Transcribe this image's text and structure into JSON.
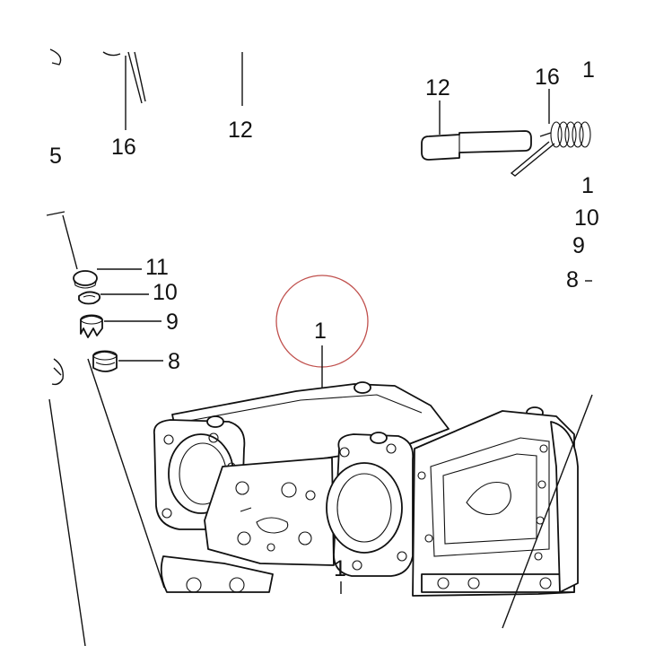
{
  "callouts": [
    {
      "id": "c16a",
      "text": "16"
    },
    {
      "id": "c12a",
      "text": "12"
    },
    {
      "id": "c12b",
      "text": "12"
    },
    {
      "id": "c16b",
      "text": "16"
    },
    {
      "id": "c1top",
      "text": "1"
    },
    {
      "id": "c1r1",
      "text": "1"
    },
    {
      "id": "c10r",
      "text": "10"
    },
    {
      "id": "c9r",
      "text": "9"
    },
    {
      "id": "c8r",
      "text": "8"
    },
    {
      "id": "c11",
      "text": "11"
    },
    {
      "id": "c10",
      "text": "10"
    },
    {
      "id": "c9",
      "text": "9"
    },
    {
      "id": "c8",
      "text": "8"
    },
    {
      "id": "c1main",
      "text": "1"
    },
    {
      "id": "c1bottom",
      "text": "1"
    },
    {
      "id": "c5",
      "text": "5"
    }
  ],
  "highlight_color": "#c0504d"
}
